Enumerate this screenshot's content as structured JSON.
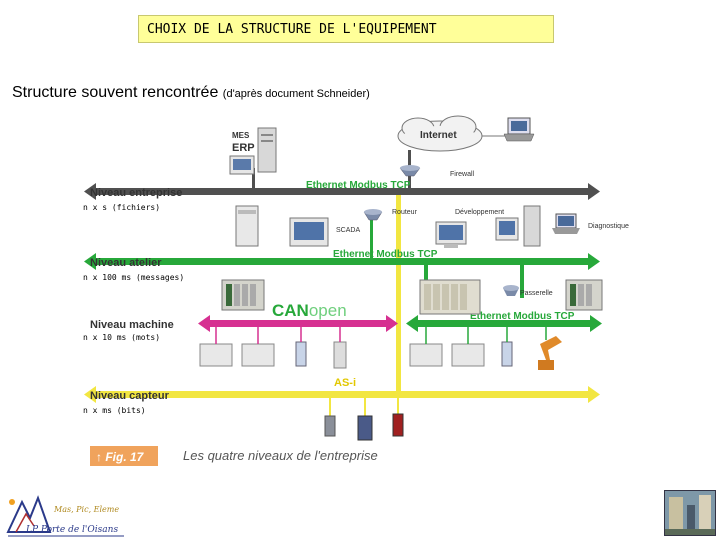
{
  "header": {
    "title": "CHOIX DE LA STRUCTURE DE L'EQUIPEMENT",
    "subtitle": "Structure souvent rencontrée",
    "subtitle_source": "(d'après document  Schneider)"
  },
  "diagram": {
    "levels": [
      {
        "name": "Niveau entreprise",
        "network": "Ethernet Modbus TCP",
        "timing": "n x s (fichiers)",
        "color": "#505050"
      },
      {
        "name": "Niveau atelier",
        "network": "Ethernet Modbus TCP",
        "timing": "n x 100 ms (messages)",
        "color": "#27a83a"
      },
      {
        "name": "Niveau machine",
        "network": "CANopen",
        "network_can": "CAN",
        "network_open": "open",
        "network2": "Ethernet Modbus TCP",
        "timing": "n x 10 ms (mots)",
        "color": "#d63091"
      },
      {
        "name": "Niveau capteur",
        "network": "AS-i",
        "timing": "n x ms (bits)",
        "color": "#f2e641"
      }
    ],
    "labels": {
      "mes": "MES",
      "erp": "ERP",
      "internet": "Internet",
      "firewall": "Firewall",
      "routeur": "Routeur",
      "developpement": "Développement",
      "diagnostique": "Diagnostique",
      "scada": "SCADA",
      "passerelle": "Passerelle"
    },
    "figure": "Fig. 17",
    "caption": "Les quatre niveaux de l'entreprise"
  },
  "colors": {
    "green_line": "#27a83a",
    "gray_line": "#505050",
    "magenta_line": "#d63091",
    "yellow_line": "#f2e641",
    "figure_badge": "#f0a35c"
  },
  "logo": {
    "text1": "Mas, Pic, Eleme",
    "text2": "LP Porte de l'Oisans"
  }
}
